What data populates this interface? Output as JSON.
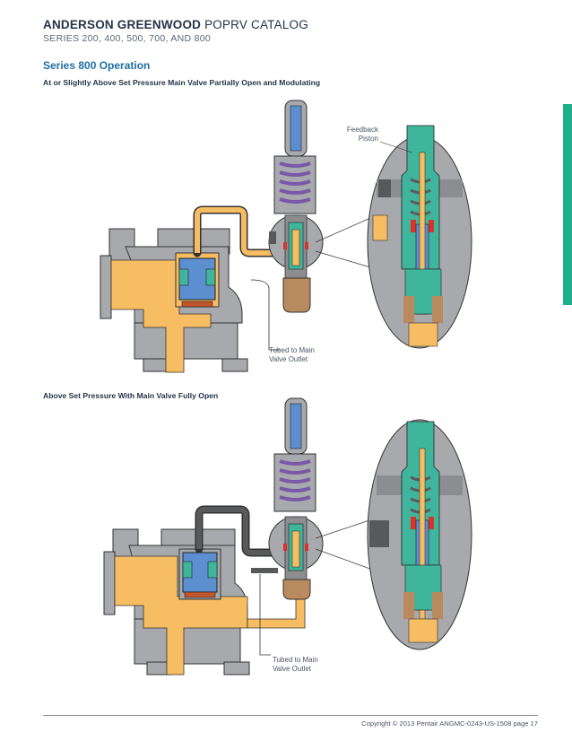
{
  "header": {
    "brand": "ANDERSON GREENWOOD",
    "catalog": "POPRV CATALOG",
    "series_line": "SERIES 200, 400, 500, 700, AND 800"
  },
  "section": {
    "title": "Series 800 Operation"
  },
  "figures": [
    {
      "caption": "At or Slightly Above Set Pressure Main Valve Partially Open and Modulating",
      "callouts": {
        "feedback_1": "Feedback",
        "feedback_2": "Piston",
        "tubed_1": "Tubed to Main",
        "tubed_2": "Valve Outlet"
      }
    },
    {
      "caption": "Above Set Pressure With Main Valve Fully Open",
      "callouts": {
        "tubed_1": "Tubed to Main",
        "tubed_2": "Valve Outlet"
      }
    }
  ],
  "footer": {
    "text": "Copyright © 2013 Pentair   ANGMC-0243-US-1508   page 17"
  },
  "colors": {
    "accent": "#1d6fa3",
    "tab": "#1faf8c",
    "process_fluid": "#f6bd62",
    "body_gray": "#a7a9ac",
    "spring_purple": "#7a58a8",
    "piston_blue": "#5b8fd0",
    "pilot_teal": "#3fb59b",
    "seat_red": "#d8342b",
    "bronze": "#b88a5e",
    "tube_dark": "#58595b"
  }
}
